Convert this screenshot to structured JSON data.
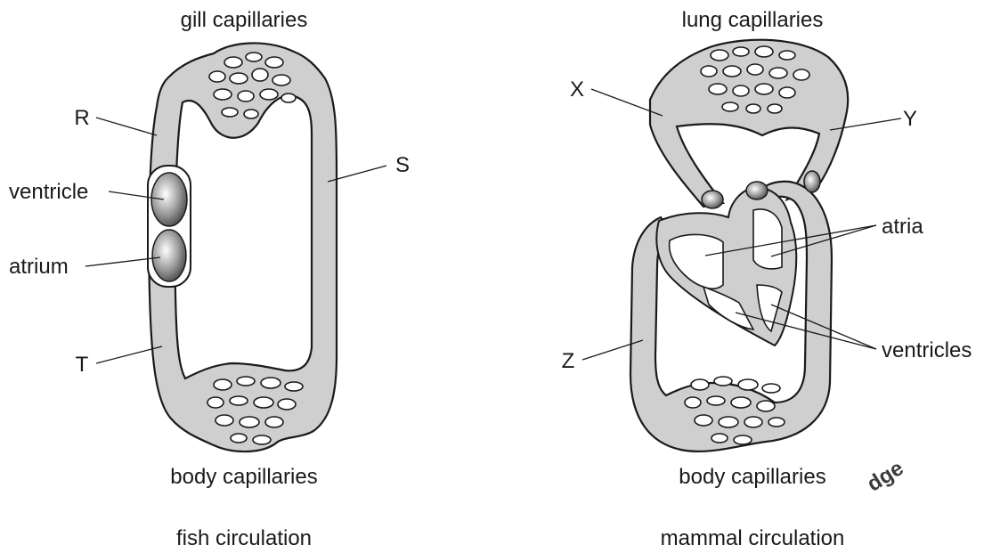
{
  "fish": {
    "top_label": "gill capillaries",
    "bottom_label": "body capillaries",
    "caption": "fish circulation",
    "labels": {
      "R": "R",
      "S": "S",
      "T": "T",
      "ventricle": "ventricle",
      "atrium": "atrium"
    }
  },
  "mammal": {
    "top_label": "lung capillaries",
    "bottom_label": "body capillaries",
    "caption": "mammal circulation",
    "labels": {
      "X": "X",
      "Y": "Y",
      "Z": "Z",
      "atria": "atria",
      "ventricles": "ventricles"
    }
  },
  "watermark": {
    "text": "dge",
    "color": "#e8001c"
  }
}
